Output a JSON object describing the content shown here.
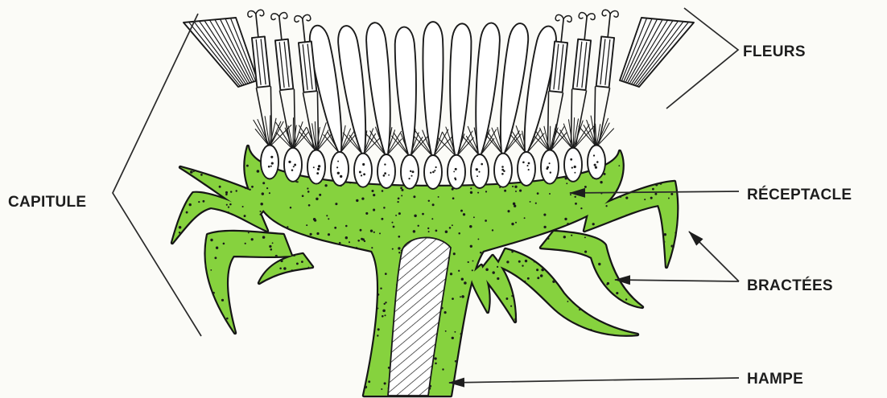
{
  "labels": {
    "fleurs": "FLEURS",
    "capitule": "CAPITULE",
    "receptacle": "RÉCEPTACLE",
    "bractees": "BRACTÉES",
    "hampe": "HAMPE"
  },
  "colors": {
    "tissue_green": "#86d23e",
    "ink": "#1a1a1a",
    "paper": "#fbfbf7"
  }
}
